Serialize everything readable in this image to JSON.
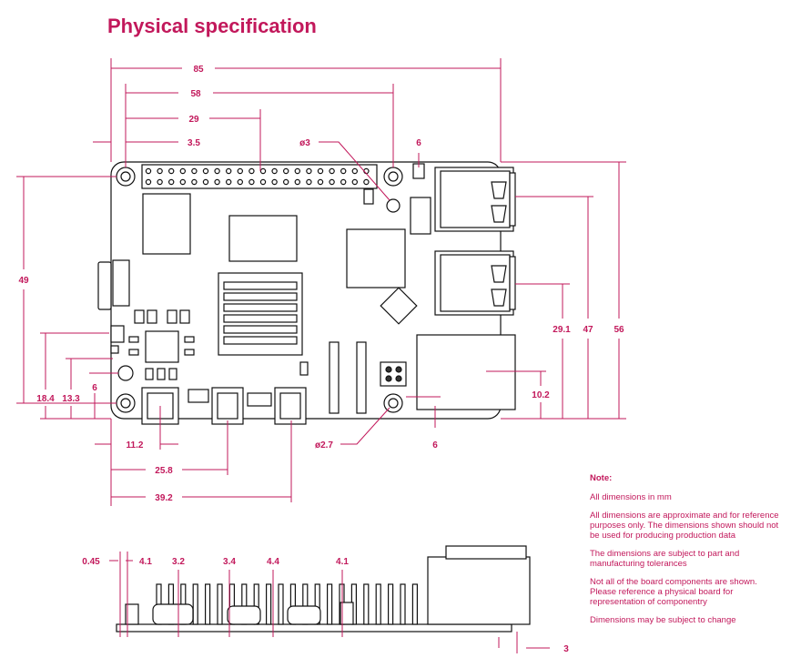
{
  "title": "Physical specification",
  "colors": {
    "accent": "#c2185b",
    "outline": "#111111"
  },
  "dimensions": {
    "top_width": "85",
    "top_58": "58",
    "top_29": "29",
    "top_3_5": "3.5",
    "hole_dia": "ø3",
    "top_6": "6",
    "left_49": "49",
    "left_18_4": "18.4",
    "left_13_3": "13.3",
    "left_6": "6",
    "bot_11_2": "11.2",
    "bot_25_8": "25.8",
    "bot_39_2": "39.2",
    "hole_dia_small": "ø2.7",
    "bot_6": "6",
    "right_29_1": "29.1",
    "right_47": "47",
    "right_56": "56",
    "right_10_2": "10.2",
    "side_0_45": "0.45",
    "side_4_1a": "4.1",
    "side_3_2": "3.2",
    "side_3_4": "3.4",
    "side_4_4": "4.4",
    "side_4_1b": "4.1",
    "side_3": "3"
  },
  "notes": {
    "heading": "Note:",
    "items": [
      "All dimensions in mm",
      "All dimensions are approximate and for reference purposes only. The dimensions shown should not be used for producing production data",
      "The dimensions are subject to part and manufacturing tolerances",
      "Not all of the board components are shown. Please reference a physical board for representation of componentry",
      "Dimensions may be subject to change"
    ]
  }
}
